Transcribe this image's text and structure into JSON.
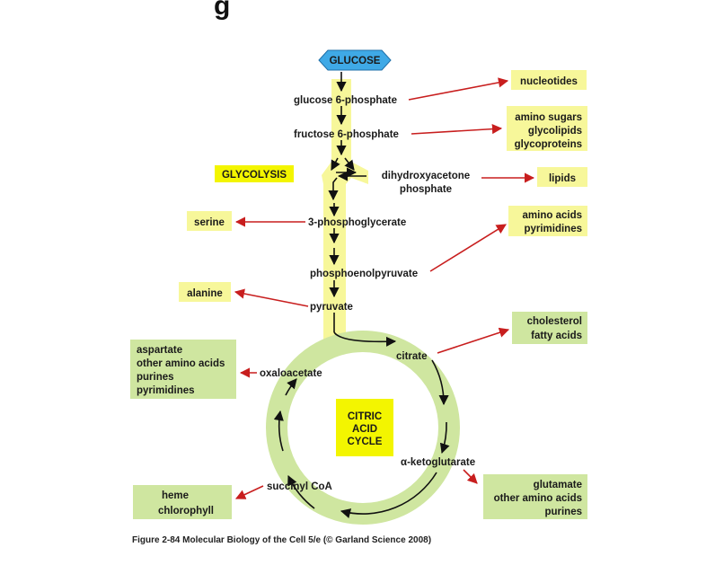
{
  "header": {
    "title": "g"
  },
  "diagram": {
    "start": "GLUCOSE",
    "pathway_labels": {
      "glycolysis": "GLYCOLYSIS",
      "cycle": [
        "CITRIC",
        "ACID",
        "CYCLE"
      ]
    },
    "intermediates": {
      "g6p": "glucose 6-phosphate",
      "f6p": "fructose 6-phosphate",
      "dhap": [
        "dihydroxyacetone",
        "phosphate"
      ],
      "pg3": "3-phosphoglycerate",
      "pep": "phosphoenolpyruvate",
      "pyruvate": "pyruvate",
      "citrate": "citrate",
      "akg": "α-ketoglutarate",
      "succoa": "succinyl CoA",
      "oaa": "oxaloacetate"
    },
    "products": {
      "nucleotides": [
        "nucleotides"
      ],
      "sugars": [
        "amino sugars",
        "glycolipids",
        "glycoproteins"
      ],
      "lipids": [
        "lipids"
      ],
      "serine": [
        "serine"
      ],
      "amino_pyr": [
        "amino acids",
        "pyrimidines"
      ],
      "alanine": [
        "alanine"
      ],
      "cholesterol": [
        "cholesterol",
        "fatty acids"
      ],
      "aspartate": [
        "aspartate",
        "other amino acids",
        "purines",
        "pyrimidines"
      ],
      "glutamate": [
        "glutamate",
        "other amino acids",
        "purines"
      ],
      "heme": [
        "heme",
        "chlorophyll"
      ]
    }
  },
  "caption": "Figure 2-84  Molecular Biology of the Cell 5/e (© Garland Science 2008)",
  "colors": {
    "glycolysis_yellow": "#f7f79a",
    "label_yellow": "#f3f500",
    "cycle_green": "#cfe6a0",
    "red_arrow": "#c81e1e",
    "glucose_blue": "#3fa9e6"
  }
}
